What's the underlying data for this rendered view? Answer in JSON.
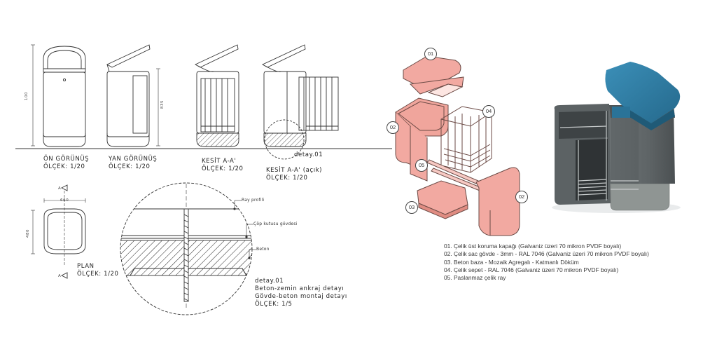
{
  "views": {
    "front": {
      "name": "ÖN GÖRÜNÜŞ",
      "scale": "ÖLÇEK: 1/20",
      "dim_height": "100"
    },
    "side": {
      "name": "YAN GÖRÜNÜŞ",
      "scale": "ÖLÇEK: 1/20",
      "dim_height": "835"
    },
    "section": {
      "name": "KESİT A-A'",
      "scale": "ÖLÇEK: 1/20"
    },
    "section_open": {
      "name": "KESİT A-A' (açık)",
      "scale": "ÖLÇEK: 1/20"
    },
    "detail_ref": "detay.01",
    "plan": {
      "name": "PLAN",
      "scale": "ÖLÇEK: 1/20",
      "dim_width": "660",
      "dim_depth": "480",
      "section_marker": "A"
    }
  },
  "detail": {
    "labels": [
      "Ray profili",
      "Çöp kutusu gövdesi",
      "Beton"
    ],
    "title": "detay.01",
    "desc1": "Beton-zemin ankraj detayı",
    "desc2": "Gövde-beton montaj detayı",
    "scale": "ÖLÇEK: 1/5"
  },
  "exploded": {
    "numbers": [
      "01",
      "02",
      "03",
      "04",
      "05",
      "02"
    ],
    "part_color": "#f2a9a1",
    "part_stroke": "#6b4a45"
  },
  "render": {
    "lid_color": "#2f7fa6",
    "body_color": "#5e6466",
    "base_color": "#8f9593",
    "basket_color": "#bfc3c4"
  },
  "legend": [
    "01. Çelik üst koruma kapağı (Galvaniz üzeri 70 mikron PVDF boyalı)",
    "02. Çelik sac gövde - 3mm - RAL 7046 (Galvaniz üzeri 70 mikron PVDF boyalı)",
    "03. Beton baza - Mozaik Agregalı - Katmanlı Döküm",
    "04. Çelik sepet - RAL 7046 (Galvaniz üzeri 70 mikron PVDF boyalı)",
    "05. Paslanmaz çelik ray"
  ]
}
